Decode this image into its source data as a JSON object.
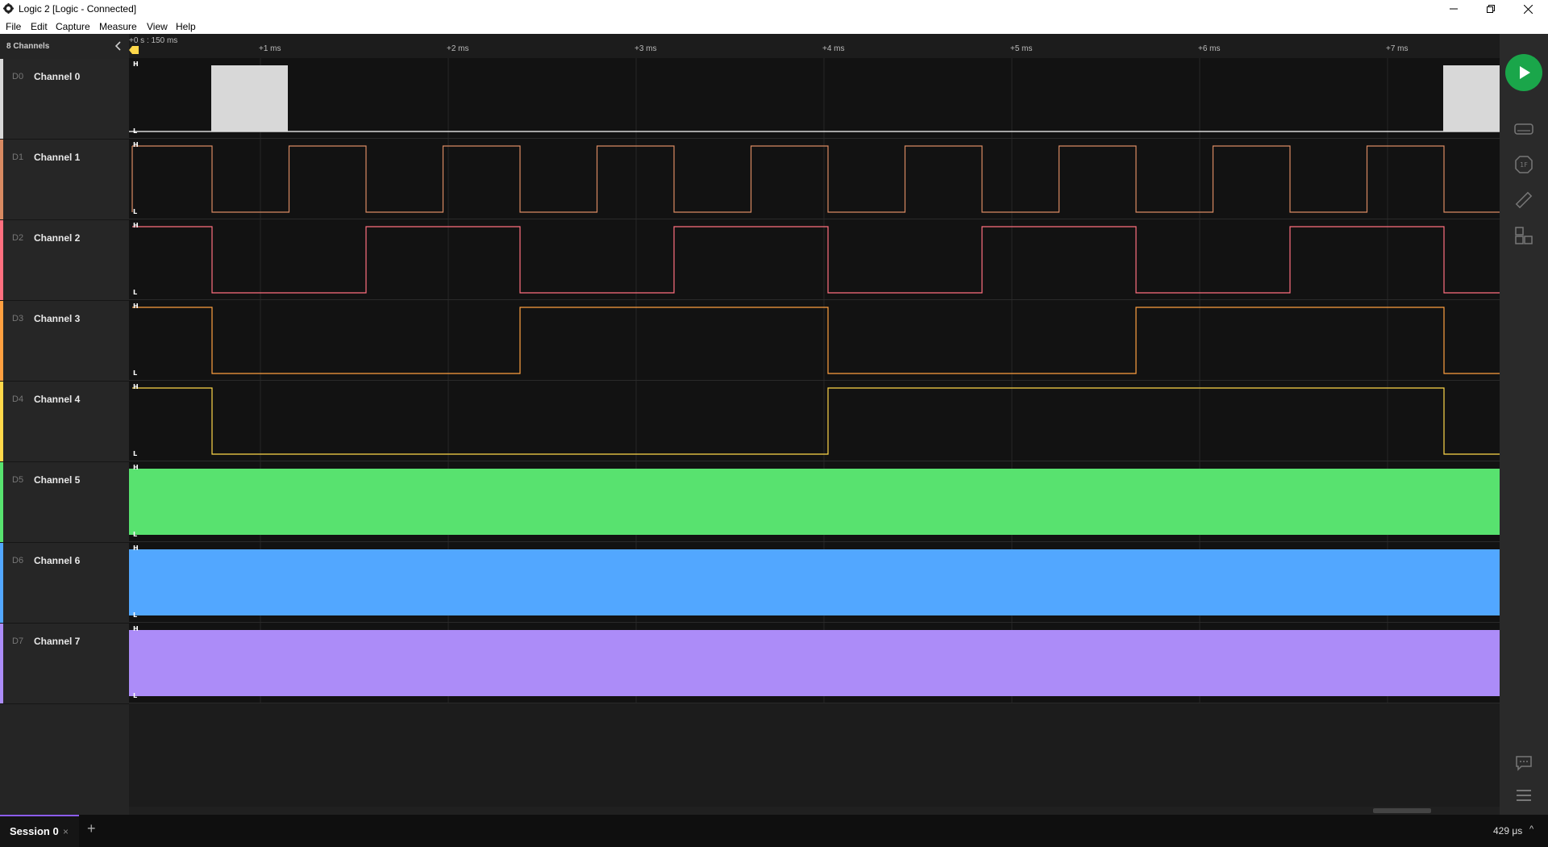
{
  "window": {
    "title": "Logic 2 [Logic - Connected]"
  },
  "menu": [
    "File",
    "Edit",
    "Capture",
    "Measure",
    "View",
    "Help"
  ],
  "channels_header": {
    "count_label": "8 Channels"
  },
  "channels": [
    {
      "id": "D0",
      "name": "Channel 0",
      "color": "#d8d8d8",
      "signal": "pulse"
    },
    {
      "id": "D1",
      "name": "Channel 1",
      "color": "#d98a62",
      "signal": "square"
    },
    {
      "id": "D2",
      "name": "Channel 2",
      "color": "#ff6f7f",
      "signal": "square"
    },
    {
      "id": "D3",
      "name": "Channel 3",
      "color": "#ffa040",
      "signal": "square"
    },
    {
      "id": "D4",
      "name": "Channel 4",
      "color": "#ffd84a",
      "signal": "square"
    },
    {
      "id": "D5",
      "name": "Channel 5",
      "color": "#58e26f",
      "signal": "dense"
    },
    {
      "id": "D6",
      "name": "Channel 6",
      "color": "#52a7ff",
      "signal": "dense"
    },
    {
      "id": "D7",
      "name": "Channel 7",
      "color": "#ac8cf8",
      "signal": "dense"
    }
  ],
  "level_labels": {
    "high": "H",
    "low": "L"
  },
  "ruler": {
    "origin": "+0 s : 150 ms",
    "ticks": [
      "+1 ms",
      "+2 ms",
      "+3 ms",
      "+4 ms",
      "+5 ms",
      "+6 ms",
      "+7 ms"
    ]
  },
  "status_bar": {
    "session_label": "Session 0",
    "close_glyph": "×",
    "new_glyph": "+",
    "zoom_level": "429 μs",
    "zoom_chevron": "^"
  },
  "icons": {
    "collapse": "chevron-left-icon",
    "play": "play-icon",
    "device": "device-icon",
    "analyzers": "analyzers-icon",
    "measure": "ruler-icon",
    "extensions": "extensions-icon",
    "notes": "chat-icon",
    "menu": "hamburger-icon"
  },
  "colors": {
    "accent": "#8c5cf5",
    "play": "#1aa64a"
  }
}
